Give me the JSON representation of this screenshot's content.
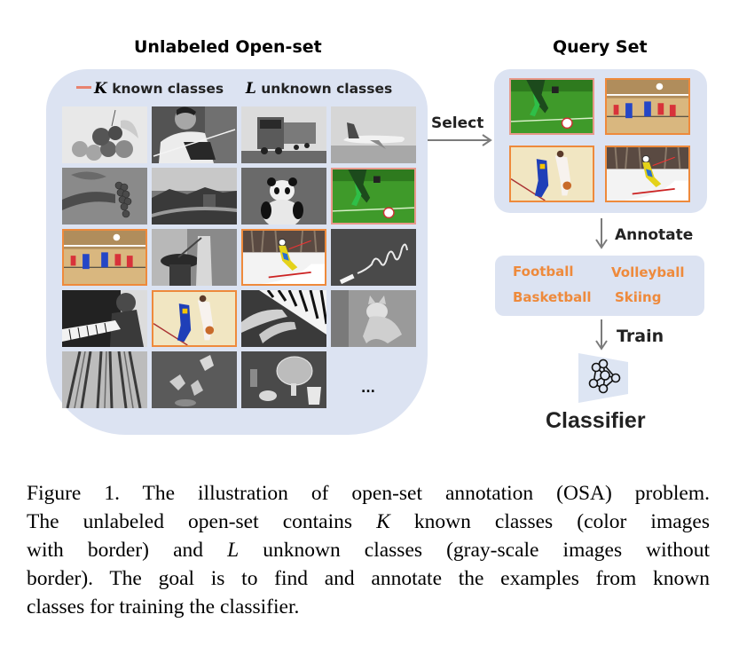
{
  "openset": {
    "title": "Unlabeled Open-set",
    "legend": {
      "known_symbol": "K",
      "known_text": "known classes",
      "unknown_symbol": "L",
      "unknown_text": "unknown classes",
      "known_color": "#e8836f"
    },
    "grid": [
      [
        {
          "subject": "fruits",
          "known": false
        },
        {
          "subject": "violin-player",
          "known": false
        },
        {
          "subject": "truck",
          "known": false
        },
        {
          "subject": "airplane",
          "known": false
        }
      ],
      [
        {
          "subject": "grapes",
          "known": false
        },
        {
          "subject": "great-wall",
          "known": false
        },
        {
          "subject": "panda",
          "known": false
        },
        {
          "subject": "football",
          "known": true
        }
      ],
      [
        {
          "subject": "volleyball",
          "known": true
        },
        {
          "subject": "cooking",
          "known": false
        },
        {
          "subject": "skiing",
          "known": true
        },
        {
          "subject": "chalkboard",
          "known": false
        }
      ],
      [
        {
          "subject": "piano-player",
          "known": false
        },
        {
          "subject": "basketball",
          "known": true
        },
        {
          "subject": "piano-hands",
          "known": false
        },
        {
          "subject": "cat",
          "known": false
        }
      ],
      [
        {
          "subject": "forest",
          "known": false
        },
        {
          "subject": "birds",
          "known": false
        },
        {
          "subject": "tea",
          "known": false
        }
      ]
    ],
    "more": "..."
  },
  "select_label": "Select",
  "query": {
    "title": "Query Set",
    "images": [
      "football",
      "volleyball",
      "basketball",
      "skiing"
    ]
  },
  "annotate_label": "Annotate",
  "labels": [
    "Football",
    "Volleyball",
    "Basketball",
    "Skiing"
  ],
  "label_color": "#ee8a3c",
  "train_label": "Train",
  "classifier_label": "Classifier",
  "caption": {
    "line1": "Figure 1. The illustration of open-set annotation (OSA) problem.",
    "line2a": "The unlabeled open-set contains ",
    "line2k": "K",
    "line2b": " known classes (color images",
    "line3a": "with border) and ",
    "line3l": "L",
    "line3b": " unknown classes (gray-scale images without",
    "line4": "border). The goal is to find and annotate the examples from known",
    "line5": "classes for training the classifier."
  }
}
